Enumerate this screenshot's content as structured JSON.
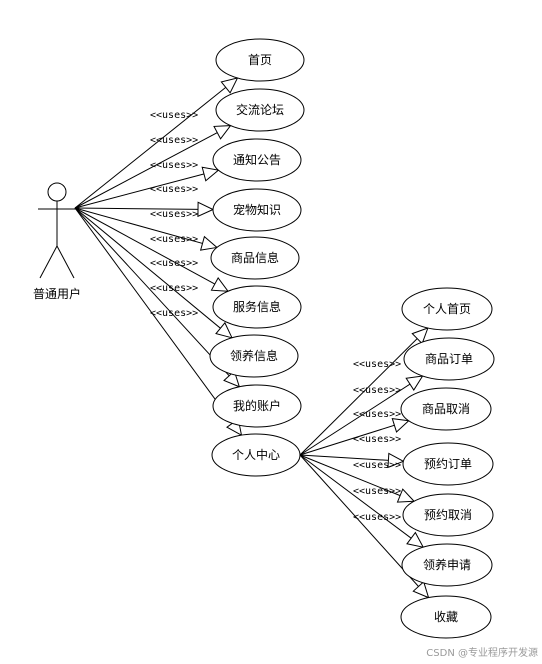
{
  "actor": {
    "label": "普通用户"
  },
  "relation_label": "<<uses>>",
  "use_cases": [
    {
      "id": "home",
      "label": "首页"
    },
    {
      "id": "forum",
      "label": "交流论坛"
    },
    {
      "id": "notice",
      "label": "通知公告"
    },
    {
      "id": "pet_knowledge",
      "label": "宠物知识"
    },
    {
      "id": "goods_info",
      "label": "商品信息"
    },
    {
      "id": "service_info",
      "label": "服务信息"
    },
    {
      "id": "adoption_info",
      "label": "领养信息"
    },
    {
      "id": "my_account",
      "label": "我的账户"
    },
    {
      "id": "personal_center",
      "label": "个人中心"
    }
  ],
  "sub_use_cases": [
    {
      "id": "personal_home",
      "label": "个人首页"
    },
    {
      "id": "goods_order",
      "label": "商品订单"
    },
    {
      "id": "goods_cancel",
      "label": "商品取消"
    },
    {
      "id": "booking_order",
      "label": "预约订单"
    },
    {
      "id": "booking_cancel",
      "label": "预约取消"
    },
    {
      "id": "adoption_apply",
      "label": "领养申请"
    },
    {
      "id": "favorites",
      "label": "收藏"
    }
  ],
  "watermark": "CSDN @专业程序开发源"
}
